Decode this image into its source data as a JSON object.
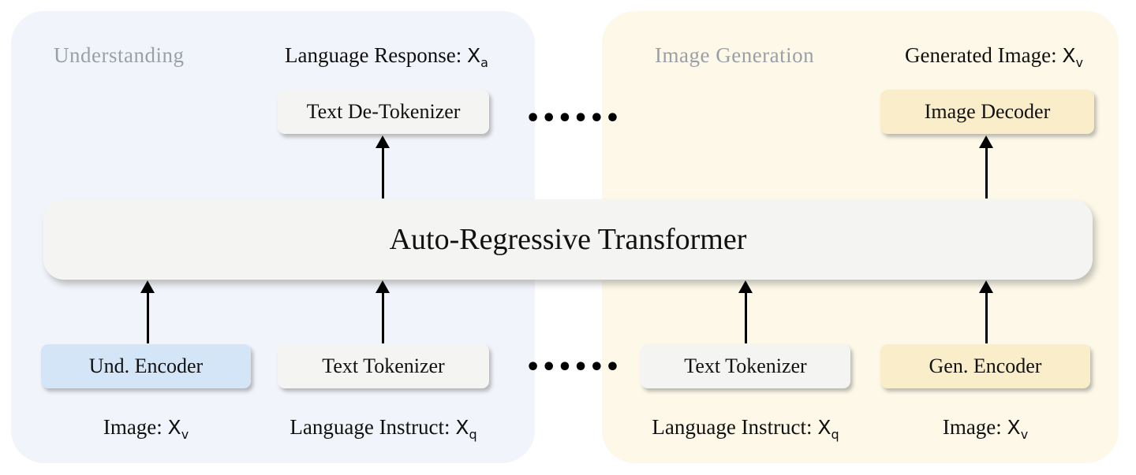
{
  "figure": {
    "panels": {
      "understanding": {
        "label": "Understanding"
      },
      "image_generation": {
        "label": "Image Generation"
      }
    },
    "transformer": {
      "label": "Auto-Regressive Transformer"
    },
    "io_labels": {
      "language_response": {
        "prefix": "Language Response: ",
        "variable": "X",
        "subscript": "a"
      },
      "generated_image": {
        "prefix": "Generated Image: ",
        "variable": "X",
        "subscript": "v"
      },
      "image_left": {
        "prefix": "Image: ",
        "variable": "X",
        "subscript": "v"
      },
      "language_instruct_left": {
        "prefix": "Language Instruct: ",
        "variable": "X",
        "subscript": "q"
      },
      "language_instruct_right": {
        "prefix": "Language Instruct: ",
        "variable": "X",
        "subscript": "q"
      },
      "image_right": {
        "prefix": "Image: ",
        "variable": "X",
        "subscript": "v"
      }
    },
    "boxes": {
      "text_detokenizer": {
        "label": "Text De-Tokenizer"
      },
      "image_decoder": {
        "label": "Image Decoder"
      },
      "und_encoder": {
        "label": "Und. Encoder"
      },
      "text_tokenizer_left": {
        "label": "Text Tokenizer"
      },
      "text_tokenizer_right": {
        "label": "Text Tokenizer"
      },
      "gen_encoder": {
        "label": "Gen. Encoder"
      }
    },
    "dots": {
      "top": "••••••",
      "bottom": "••••••"
    }
  },
  "colors": {
    "page_bg": "#ffffff",
    "understanding_panel_bg": "#f1f4fa",
    "generation_panel_bg": "#fdf8e8",
    "neutral_box_bg": "#f4f4f2",
    "und_encoder_bg": "#d5e5f8",
    "gen_encoder_bg": "#faeeca",
    "transformer_bg": "#f4f4f2",
    "section_label_color": "#9aa0a8",
    "text_color": "#111111",
    "arrow_color": "#000000"
  }
}
